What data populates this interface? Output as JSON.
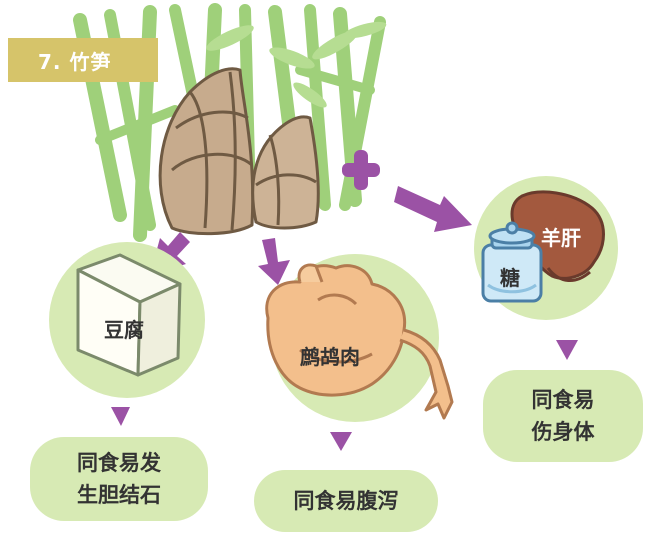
{
  "title": "7. 竹笋",
  "items": {
    "tofu": "豆腐",
    "pigeon": "鹧鸪肉",
    "sugar": "糖",
    "liver": "羊肝"
  },
  "results": {
    "tofu": [
      "同食易发",
      "生胆结石"
    ],
    "pigeon": [
      "同食易腹泻"
    ],
    "sugar_liver": [
      "同食易",
      "伤身体"
    ]
  },
  "colors": {
    "arrow": "#9b52a5",
    "circle": "#d7eab4",
    "title_bg": "#d6c46a",
    "bamboo": "#9fd07a"
  }
}
